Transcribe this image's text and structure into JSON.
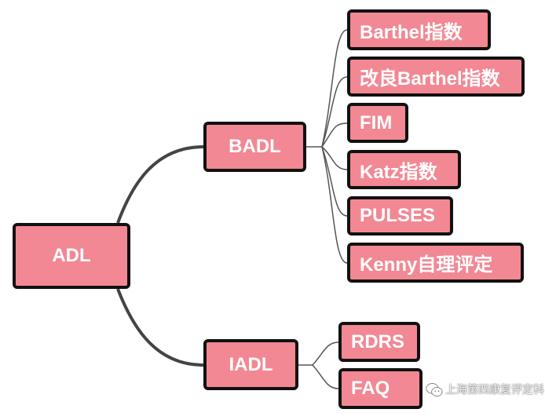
{
  "colors": {
    "node_fill": "#f28893",
    "node_border": "#111111",
    "link": "#444444"
  },
  "root": {
    "label": "ADL"
  },
  "branches": [
    {
      "label": "BADL",
      "children": [
        "Barthel指数",
        "改良Barthel指数",
        "FIM",
        "Katz指数",
        "PULSES",
        "Kenny自理评定"
      ]
    },
    {
      "label": "IADL",
      "children": [
        "RDRS",
        "FAQ"
      ]
    }
  ],
  "watermark": {
    "icon": "wechat-icon",
    "text": "上海第四康复评定科"
  }
}
